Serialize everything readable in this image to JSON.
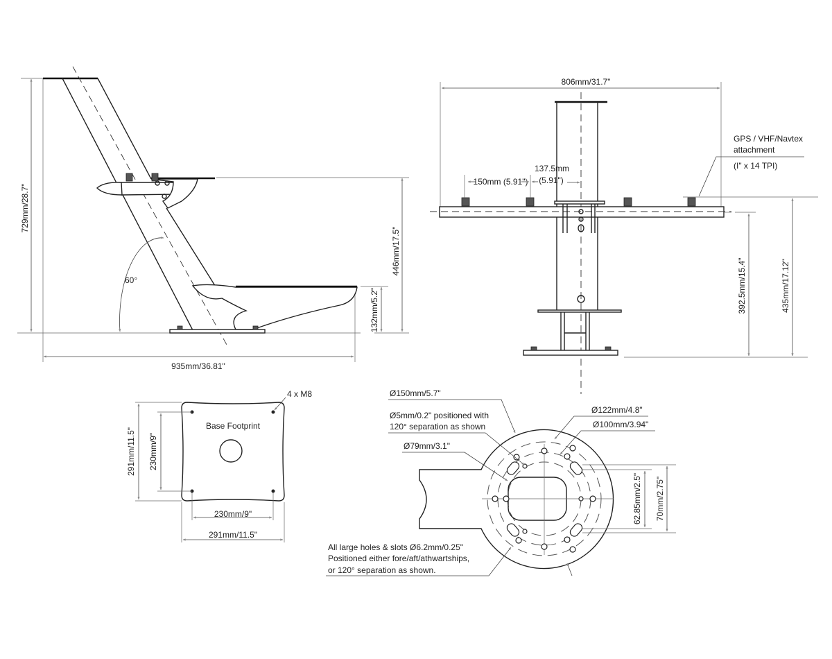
{
  "side_view": {
    "height_total": "729mm/28.7\"",
    "height_platform": "446mm/17.5\"",
    "height_foot": "132mm/5.2\"",
    "length_total": "935mm/36.81\"",
    "angle": "60°"
  },
  "front_view": {
    "width_total": "806mm/31.7\"",
    "spacing_outer": "150mm (5.91\")",
    "spacing_inner_mm": "137.5mm",
    "spacing_inner_in": "(5.91\")",
    "attachment_line1": "GPS / VHF/Navtex",
    "attachment_line2": "attachment",
    "attachment_thread": "(I\" x 14 TPI)",
    "height_bar": "392.5mm/15.4\"",
    "height_mount": "435mm/17.12\""
  },
  "base_footprint": {
    "title": "Base Footprint",
    "bolts": "4 x M8",
    "outer_v": "291mm/11.5\"",
    "inner_v": "230mm/9\"",
    "inner_h": "230mm/9\"",
    "outer_h": "291mm/11.5\""
  },
  "mount_plate": {
    "d150": "Ø150mm/5.7\"",
    "d5_line1": "Ø5mm/0.2\" positioned with",
    "d5_line2": "120° separation as shown",
    "d79": "Ø79mm/3.1\"",
    "d122": "Ø122mm/4.8\"",
    "d100": "Ø100mm/3.94\"",
    "dim_62": "62.85mm/2.5\"",
    "dim_70": "70mm/2.75\"",
    "note_line1": "All large holes & slots Ø6.2mm/0.25\"",
    "note_line2": "Positioned either fore/aft/athwartships,",
    "note_line3": "or 120° separation as shown."
  }
}
